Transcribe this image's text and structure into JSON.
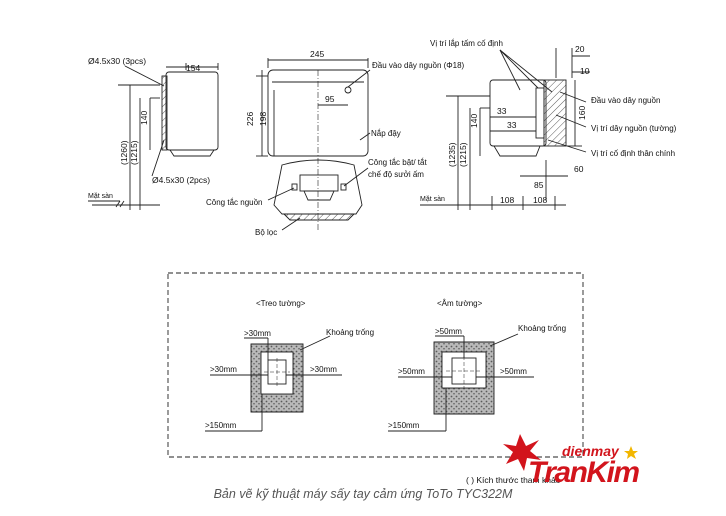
{
  "front": {
    "width": "245",
    "inlet_label": "Đầu vào dây nguồn (Φ18)",
    "offset": "95",
    "height_outer": "226",
    "height_inner": "198",
    "cover": "Nắp đậy",
    "switch_label_1": "Công tắc bật/ tắt",
    "switch_label_2": "chế độ sưởi ấm",
    "power_switch": "Công tắc nguồn",
    "filter": "Bộ lọc"
  },
  "side_left": {
    "screw_top": "Ø4.5x30 (3pcs)",
    "screw_bottom": "Ø4.5x30 (2pcs)",
    "depth": "154",
    "dim_140": "140",
    "dim_1260": "(1260)",
    "dim_1215": "(1215)",
    "floor": "Mặt sàn"
  },
  "side_right": {
    "plate_pos": "Vị trí lắp tấm cố định",
    "dim_20": "20",
    "dim_10": "10",
    "inlet": "Đầu vào dây nguồn",
    "cable_pos": "Vị trí dây nguồn (tường)",
    "fix_pos": "Vị trí cố định thân chính",
    "dim_33a": "33",
    "dim_33b": "33",
    "dim_160": "160",
    "dim_140": "140",
    "dim_1235": "(1235)",
    "dim_1215": "(1215)",
    "dim_85": "85",
    "dim_60": "60",
    "dim_108a": "108",
    "dim_108b": "108",
    "floor": "Mặt sàn"
  },
  "clearance": {
    "wall_title": "<Treo tường>",
    "recess_title": "<Âm tường>",
    "w_top": ">30mm",
    "w_left": ">30mm",
    "w_right": ">30mm",
    "w_bottom": ">150mm",
    "w_space": "Khoảng trống",
    "r_top": ">50mm",
    "r_left": ">50mm",
    "r_right": ">50mm",
    "r_bottom": ">150mm",
    "r_space": "Khoảng trống",
    "note": "( ) Kích thước tham khảo"
  },
  "logo": {
    "top": "dienmay",
    "main": "TranKim"
  },
  "caption": "Bản vẽ kỹ thuật máy sấy tay cảm ứng ToTo TYC322M",
  "colors": {
    "logo_red": "#d2141c",
    "logo_star": "#f2b600",
    "line": "#222222",
    "caption": "#555555"
  }
}
